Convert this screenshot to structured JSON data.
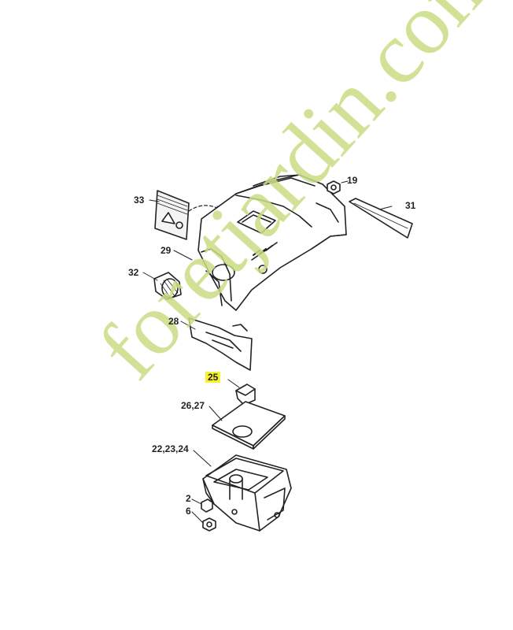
{
  "watermark": {
    "text": "foretjardin.com",
    "color": "#c9de86",
    "color_2": "#d9cdbf"
  },
  "callouts": {
    "p33": "33",
    "p19": "19",
    "p31": "31",
    "p29": "29",
    "p32": "32",
    "p28": "28",
    "p25": "25",
    "p26_27": "26,27",
    "p22_24": "22,23,24",
    "p2": "2",
    "p6": "6"
  },
  "highlight_color": "#f7f22a"
}
